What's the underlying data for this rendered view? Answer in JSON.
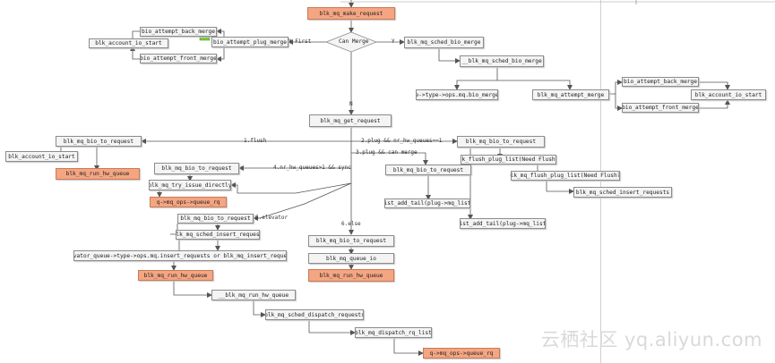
{
  "nodes": {
    "make_request": "blk_mq_make_request",
    "can_merge": "Can Merge",
    "bio_attempt_back_merge_l": "bio_attempt_back_merge",
    "blk_account_io_start_l": "blk_account_io_start",
    "bio_attempt_plug_merge": "bio_attempt_plug_merge",
    "bio_attempt_front_merge_l": "bio_attempt_front_merge",
    "sched_bio_merge": "blk_mq_sched_bio_merge",
    "sched_bio_merge2": "__blk_mq_sched_bio_merge",
    "e_type_ops": "e->type->ops.mq.bio_merge",
    "blk_mq_attempt_merge": "blk_mq_attempt_merge",
    "bio_attempt_back_merge_r": "bio_attempt_back_merge",
    "bio_attempt_front_merge_r": "bio_attempt_front_merge",
    "blk_account_io_start_r": "blk_account_io_start",
    "get_request": "blk_mq_get_request",
    "bio_to_request_1": "blk_mq_bio_to_request",
    "account_io_start_2": "blk_account_io_start",
    "run_hw_queue_1": "blk_mq_run_hw_queue",
    "bio_to_request_2": "blk_mq_bio_to_request",
    "flush_plug_list_1": "blk_flush_plug_list(Need Flush?)",
    "flush_plug_list_2": "blk_mq_flush_plug_list(Need Flush?)",
    "sched_insert_requests": "blk_mq_sched_insert_requests",
    "bio_to_request_3": "blk_mq_bio_to_request",
    "list_add_tail_1": "list_add_tail(plug->mq_list)",
    "list_add_tail_2": "list_add_tail(plug->mq_list)",
    "bio_to_request_4": "blk_mq_bio_to_request",
    "try_issue_directly": "blk_mq_try_issue_directly",
    "queue_rq_1": "q->mq_ops->queue_rq",
    "bio_to_request_5": "blk_mq_bio_to_request",
    "sched_insert_request": "blk_mq_sched_insert_request",
    "elevator_queue": "elevator_queue->type->ops.mq.insert_requests or blk_mq_insert_requests",
    "run_hw_queue_2": "blk_mq_run_hw_queue",
    "run_hw_queue_3": "__blk_mq_run_hw_queue",
    "sched_dispatch_requests": "blk_mq_sched_dispatch_requests",
    "dispatch_rq_list": "blk_mq_dispatch_rq_list",
    "queue_rq_2": "q->mq_ops->queue_rq",
    "bio_to_request_6": "blk_mq_bio_to_request",
    "queue_io": "blk_mq_queue_io",
    "run_hw_queue_4": "blk_mq_run_hw_queue"
  },
  "edge_labels": {
    "y_first": "Y First",
    "y": "Y",
    "n": "N",
    "flush": "1.flush",
    "plug_hw_queues": "2.plug && nr_hw_queues==1",
    "plug_can_merge": "3.plug && can merge",
    "nr_hw_queues_sync": "4.nr_hw_queues>1 && sync",
    "elevator": "5.elevator",
    "else": "6.else"
  },
  "watermark": "云栖社区 yq.aliyun.com",
  "colors": {
    "node_fill": "#f4f4f4",
    "node_border": "#8c8c8c",
    "highlight_fill": "#f4a582",
    "line": "#555555",
    "watermark": "#d9d9d9"
  }
}
